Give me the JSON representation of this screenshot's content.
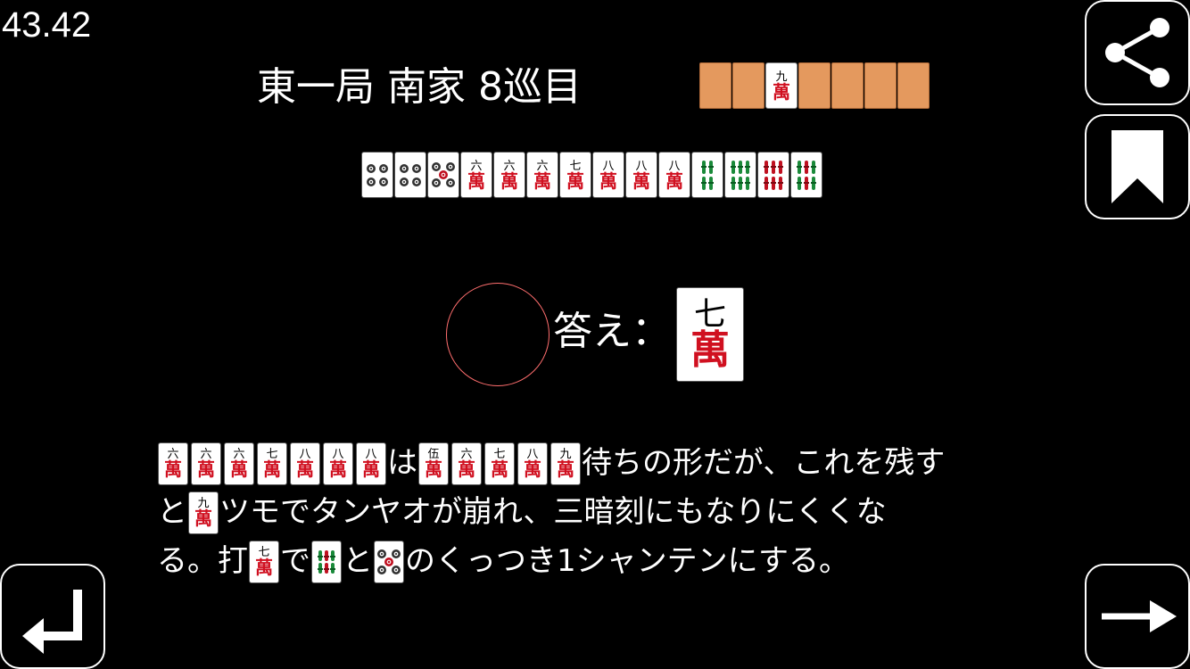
{
  "timer": "43.42",
  "round_info": "東一局 南家 8巡目",
  "dora_indicator": {
    "num": "九",
    "suit": "萬"
  },
  "wall_slots": 7,
  "hand": [
    {
      "type": "pin",
      "value": 4
    },
    {
      "type": "pin",
      "value": 4
    },
    {
      "type": "pin",
      "value": 5
    },
    {
      "type": "man",
      "num": "六",
      "suit": "萬"
    },
    {
      "type": "man",
      "num": "六",
      "suit": "萬"
    },
    {
      "type": "man",
      "num": "六",
      "suit": "萬"
    },
    {
      "type": "man",
      "num": "七",
      "suit": "萬"
    },
    {
      "type": "man",
      "num": "八",
      "suit": "萬"
    },
    {
      "type": "man",
      "num": "八",
      "suit": "萬"
    },
    {
      "type": "man",
      "num": "八",
      "suit": "萬"
    },
    {
      "type": "sou",
      "value": 4
    },
    {
      "type": "sou",
      "value": 6
    },
    {
      "type": "sou",
      "value": 6
    },
    {
      "type": "sou",
      "value": 6
    }
  ],
  "answer": {
    "label": "答え：",
    "tile": {
      "num": "七",
      "suit": "萬"
    }
  },
  "explanation": {
    "line1": {
      "group1": [
        "六",
        "六",
        "六",
        "七",
        "八",
        "八",
        "八"
      ],
      "text1": "は",
      "group2": [
        {
          "num": "伍",
          "red": false
        },
        {
          "num": "六"
        },
        {
          "num": "七"
        },
        {
          "num": "八"
        },
        {
          "num": "九"
        }
      ],
      "text2": "待ちの形だが、これを残す"
    },
    "line2": {
      "text_a": "と",
      "tile": {
        "num": "九"
      },
      "text_b": "ツモでタンヤオが崩れ、三暗刻にもなりにくくな"
    },
    "line3": {
      "text_a": "る。打",
      "tile": {
        "num": "七"
      },
      "text_b": "で",
      "text_c": "と",
      "text_d": "のくっつき1シャンテンにする。"
    }
  },
  "suit_char": "萬",
  "icons": {
    "share": "share-icon",
    "bookmark": "bookmark-icon",
    "back": "return-arrow-icon",
    "next": "right-arrow-icon"
  },
  "colors": {
    "background": "#000000",
    "wall_tile": "#e4995e",
    "feedback_circle": "#ff6e6e",
    "man_red": "#d01020",
    "sou_green": "#1a8a3a"
  }
}
